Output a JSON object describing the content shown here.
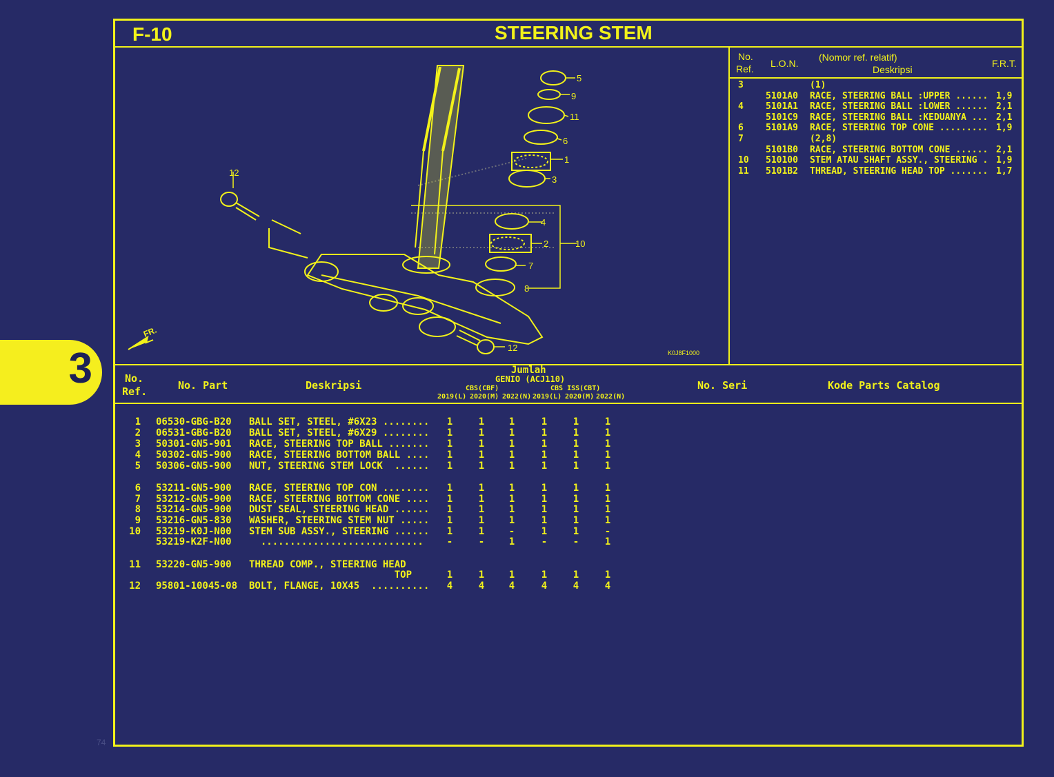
{
  "header": {
    "code": "F-10",
    "title": "STEERING STEM"
  },
  "side_tab": {
    "number": "3"
  },
  "diagram": {
    "labels": [
      "5",
      "9",
      "11",
      "6",
      "1",
      "3",
      "4",
      "2",
      "10",
      "7",
      "8",
      "12",
      "12"
    ],
    "fr_label": "FR.",
    "code": "K0J8F1000"
  },
  "ref_table": {
    "headers": {
      "no": "No.",
      "ref": "Ref.",
      "lon": "L.O.N.",
      "desc_top": "(Nomor ref. relatif)",
      "desc": "Deskripsi",
      "frt": "F.R.T."
    },
    "rows": [
      {
        "ref": "3",
        "lon": "",
        "desc": "(1)",
        "frt": ""
      },
      {
        "ref": "",
        "lon": "5101A0",
        "desc": "RACE, STEERING BALL :UPPER ......",
        "frt": "1,9"
      },
      {
        "ref": "4",
        "lon": "5101A1",
        "desc": "RACE, STEERING BALL :LOWER ......",
        "frt": "2,1"
      },
      {
        "ref": "",
        "lon": "5101C9",
        "desc": "RACE, STEERING BALL :KEDUANYA ...",
        "frt": "2,1"
      },
      {
        "ref": "6",
        "lon": "5101A9",
        "desc": "RACE, STEERING TOP CONE .........",
        "frt": "1,9"
      },
      {
        "ref": "7",
        "lon": "",
        "desc": "(2,8)",
        "frt": ""
      },
      {
        "ref": "",
        "lon": "5101B0",
        "desc": "RACE, STEERING BOTTOM CONE ......",
        "frt": "2,1"
      },
      {
        "ref": "10",
        "lon": "510100",
        "desc": "STEM ATAU SHAFT ASSY., STEERING .",
        "frt": "1,9"
      },
      {
        "ref": "11",
        "lon": "5101B2",
        "desc": "THREAD, STEERING HEAD TOP .......",
        "frt": "1,7"
      }
    ]
  },
  "parts_table": {
    "headers": {
      "no": "No.",
      "ref": "Ref.",
      "part": "No. Part",
      "desc": "Deskripsi",
      "qty": "Jumlah",
      "model": "GENIO (ACJ110)",
      "cbs": "CBS(CBF)",
      "iss": "CBS ISS(CBT)",
      "years": [
        "2019(L)",
        "2020(M)",
        "2022(N)",
        "2019(L)",
        "2020(M)",
        "2022(N)"
      ],
      "serial": "No. Seri",
      "catalog": "Kode Parts Catalog"
    },
    "rows": [
      {
        "ref": "1",
        "part": "06530-GBG-B20",
        "desc": "BALL SET, STEEL, #6X23 ........",
        "qty": [
          "1",
          "1",
          "1",
          "1",
          "1",
          "1"
        ]
      },
      {
        "ref": "2",
        "part": "06531-GBG-B20",
        "desc": "BALL SET, STEEL, #6X29 ........",
        "qty": [
          "1",
          "1",
          "1",
          "1",
          "1",
          "1"
        ]
      },
      {
        "ref": "3",
        "part": "50301-GN5-901",
        "desc": "RACE, STEERING TOP BALL .......",
        "qty": [
          "1",
          "1",
          "1",
          "1",
          "1",
          "1"
        ]
      },
      {
        "ref": "4",
        "part": "50302-GN5-900",
        "desc": "RACE, STEERING BOTTOM BALL ....",
        "qty": [
          "1",
          "1",
          "1",
          "1",
          "1",
          "1"
        ]
      },
      {
        "ref": "5",
        "part": "50306-GN5-900",
        "desc": "NUT, STEERING STEM LOCK  ......",
        "qty": [
          "1",
          "1",
          "1",
          "1",
          "1",
          "1"
        ]
      },
      {
        "ref": "6",
        "part": "53211-GN5-900",
        "desc": "RACE, STEERING TOP CON ........",
        "qty": [
          "1",
          "1",
          "1",
          "1",
          "1",
          "1"
        ]
      },
      {
        "ref": "7",
        "part": "53212-GN5-900",
        "desc": "RACE, STEERING BOTTOM CONE ....",
        "qty": [
          "1",
          "1",
          "1",
          "1",
          "1",
          "1"
        ]
      },
      {
        "ref": "8",
        "part": "53214-GN5-900",
        "desc": "DUST SEAL, STEERING HEAD ......",
        "qty": [
          "1",
          "1",
          "1",
          "1",
          "1",
          "1"
        ]
      },
      {
        "ref": "9",
        "part": "53216-GN5-830",
        "desc": "WASHER, STEERING STEM NUT .....",
        "qty": [
          "1",
          "1",
          "1",
          "1",
          "1",
          "1"
        ]
      },
      {
        "ref": "10",
        "part": "53219-K0J-N00",
        "desc": "STEM SUB ASSY., STEERING ......",
        "qty": [
          "1",
          "1",
          "-",
          "1",
          "1",
          "-"
        ]
      },
      {
        "ref": "",
        "part": "53219-K2F-N00",
        "desc": "  ............................",
        "qty": [
          "-",
          "-",
          "1",
          "-",
          "-",
          "1"
        ]
      },
      {
        "ref": "11",
        "part": "53220-GN5-900",
        "desc": "THREAD COMP., STEERING HEAD",
        "qty": [
          "",
          "",
          "",
          "",
          "",
          ""
        ]
      },
      {
        "ref": "",
        "part": "",
        "desc": "                         TOP",
        "qty": [
          "1",
          "1",
          "1",
          "1",
          "1",
          "1"
        ]
      },
      {
        "ref": "12",
        "part": "95801-10045-08",
        "desc": "BOLT, FLANGE, 10X45  ..........",
        "qty": [
          "4",
          "4",
          "4",
          "4",
          "4",
          "4"
        ]
      }
    ]
  },
  "page_number": "74"
}
